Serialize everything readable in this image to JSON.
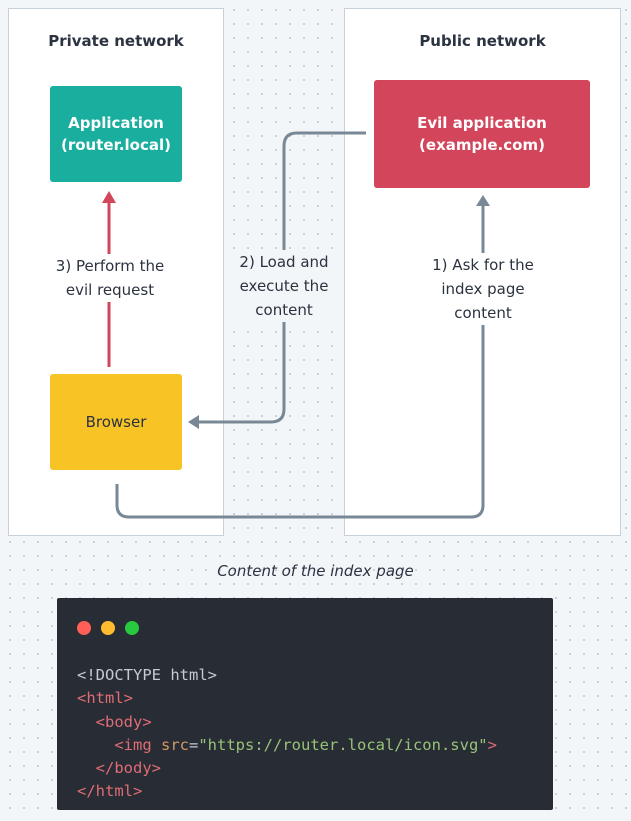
{
  "panels": {
    "private": {
      "title": "Private network"
    },
    "public": {
      "title": "Public network"
    }
  },
  "nodes": {
    "application": {
      "lines": [
        "Application",
        "(router.local)"
      ],
      "color": "#1aae9f"
    },
    "evil_application": {
      "lines": [
        "Evil application",
        "(example.com)"
      ],
      "color": "#d3455b"
    },
    "browser": {
      "lines": [
        "Browser"
      ],
      "color": "#f7c325"
    }
  },
  "edges": {
    "step1": {
      "lines": [
        "1) Ask for the",
        "index page",
        "content"
      ]
    },
    "step2": {
      "lines": [
        "2) Load and",
        "execute the",
        "content"
      ]
    },
    "step3": {
      "lines": [
        "3) Perform the",
        "evil request"
      ]
    }
  },
  "colors": {
    "connector": "#788896",
    "attack": "#d3455b"
  },
  "caption": "Content of the index page",
  "code_window": {
    "dots": [
      "#ff5f56",
      "#ffbd2e",
      "#27c93f"
    ],
    "lines": [
      [
        {
          "t": "<!DOCTYPE html>",
          "c": "#c5cad3"
        }
      ],
      [
        {
          "t": "<html>",
          "c": "#e06c75"
        }
      ],
      [
        {
          "t": "  <body>",
          "c": "#e06c75"
        }
      ],
      [
        {
          "t": "    <img ",
          "c": "#e06c75"
        },
        {
          "t": "src",
          "c": "#d19a66"
        },
        {
          "t": "=",
          "c": "#c5cad3"
        },
        {
          "t": "\"https://router.local/icon.svg\"",
          "c": "#98c379"
        },
        {
          "t": ">",
          "c": "#e06c75"
        }
      ],
      [
        {
          "t": "  </body>",
          "c": "#e06c75"
        }
      ],
      [
        {
          "t": "</html>",
          "c": "#e06c75"
        }
      ]
    ]
  }
}
